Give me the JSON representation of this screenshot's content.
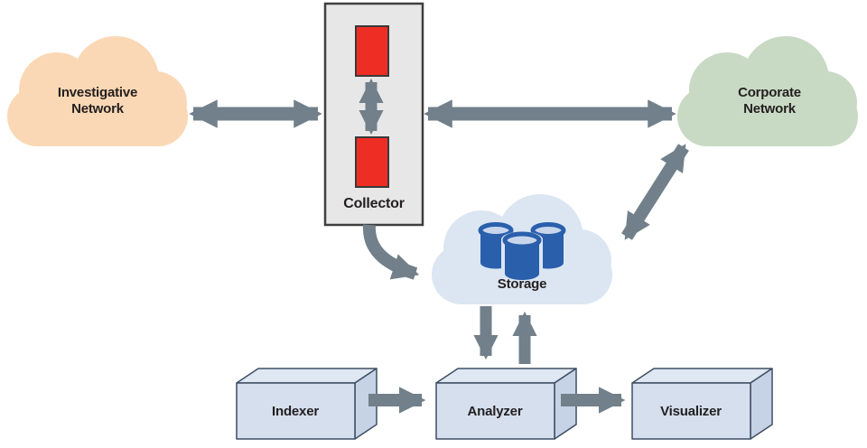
{
  "diagram": {
    "nodes": {
      "investigative_network": {
        "shape": "cloud",
        "label_lines": [
          "Investigative",
          "Network"
        ],
        "fill": "#fbd8b5"
      },
      "corporate_network": {
        "shape": "cloud",
        "label_lines": [
          "Corporate",
          "Network"
        ],
        "fill": "#c9dac4"
      },
      "collector": {
        "shape": "panel",
        "label": "Collector",
        "fill": "#e7e7e7",
        "module_fill": "#ee2e24",
        "module_count": 2
      },
      "storage": {
        "shape": "cloud",
        "label": "Storage",
        "fill": "#dbe6f2",
        "database_fill": "#2a5fac",
        "database_count": 3
      },
      "indexer": {
        "shape": "box3d",
        "label": "Indexer"
      },
      "analyzer": {
        "shape": "box3d",
        "label": "Analyzer"
      },
      "visualizer": {
        "shape": "box3d",
        "label": "Visualizer"
      }
    },
    "edges": [
      {
        "from": "investigative_network",
        "to": "collector",
        "direction": "bidirectional",
        "style": "straight"
      },
      {
        "from": "collector",
        "to": "corporate_network",
        "direction": "bidirectional",
        "style": "straight"
      },
      {
        "from": "collector_module_top",
        "to": "collector_module_bottom",
        "direction": "bidirectional",
        "style": "straight"
      },
      {
        "from": "corporate_network",
        "to": "storage",
        "direction": "bidirectional",
        "style": "diagonal"
      },
      {
        "from": "collector",
        "to": "storage",
        "direction": "one-way",
        "style": "curved"
      },
      {
        "from": "storage",
        "to": "analyzer",
        "direction": "one-way",
        "style": "straight"
      },
      {
        "from": "analyzer",
        "to": "storage",
        "direction": "one-way",
        "style": "straight"
      },
      {
        "from": "indexer",
        "to": "analyzer",
        "direction": "one-way",
        "style": "straight"
      },
      {
        "from": "analyzer",
        "to": "visualizer",
        "direction": "one-way",
        "style": "straight"
      }
    ],
    "icons": {
      "storage": "database-cylinder-x3",
      "collector": "red-module-card-x2"
    },
    "colors": {
      "arrow": "#71808b",
      "text": "#231f20",
      "box_front": "#d5dfee",
      "box_top": "#dfe7f3",
      "box_side": "#c6d2e6",
      "box_border": "#3e4f63",
      "collector_border": "#3f3f3f",
      "module_border": "#3a3a3a",
      "database_top": "#c8d6ec",
      "background": "#ffffff"
    }
  }
}
